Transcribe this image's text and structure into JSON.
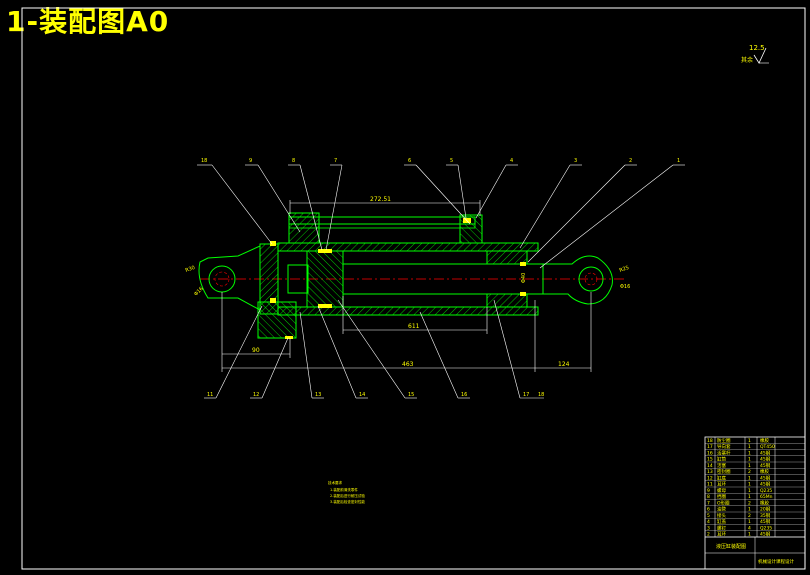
{
  "title": "1-装配图A0",
  "roughness": {
    "value": "12.5",
    "note": "其余"
  },
  "part_callouts": {
    "top": [
      "18",
      "9",
      "8",
      "7",
      "6",
      "5",
      "4",
      "3",
      "2",
      "1"
    ],
    "bottom": [
      "11",
      "12",
      "13",
      "14",
      "15",
      "16",
      "17",
      "18"
    ]
  },
  "dimensions": {
    "stroke": "272.51",
    "piston_travel": "611",
    "overall": "463",
    "left_offset": "90",
    "right_offset": "124",
    "rod_dia": "Φ40",
    "left_eye": "R30",
    "left_pin": "Φ16",
    "right_eye": "R25",
    "right_pin": "Φ16"
  },
  "tech_requirements": {
    "heading": "技术要求",
    "lines": [
      "1.装配前清洗零件",
      "2.装配后进行耐压试验",
      "3.装配后检查密封性能"
    ]
  },
  "title_block": {
    "rows": [
      {
        "no": "18",
        "name": "防尘圈",
        "qty": "1",
        "material": "橡胶"
      },
      {
        "no": "17",
        "name": "导向套",
        "qty": "1",
        "material": "QT450"
      },
      {
        "no": "16",
        "name": "活塞杆",
        "qty": "1",
        "material": "45钢"
      },
      {
        "no": "15",
        "name": "缸筒",
        "qty": "1",
        "material": "45钢"
      },
      {
        "no": "14",
        "name": "活塞",
        "qty": "1",
        "material": "45钢"
      },
      {
        "no": "13",
        "name": "密封圈",
        "qty": "2",
        "material": "橡胶"
      },
      {
        "no": "12",
        "name": "缸底",
        "qty": "1",
        "material": "45钢"
      },
      {
        "no": "11",
        "name": "耳环",
        "qty": "1",
        "material": "45钢"
      },
      {
        "no": "9",
        "name": "螺母",
        "qty": "1",
        "material": "Q235"
      },
      {
        "no": "8",
        "name": "挡圈",
        "qty": "1",
        "material": "65Mn"
      },
      {
        "no": "7",
        "name": "O形圈",
        "qty": "2",
        "material": "橡胶"
      },
      {
        "no": "6",
        "name": "油管",
        "qty": "1",
        "material": "20钢"
      },
      {
        "no": "5",
        "name": "接头",
        "qty": "2",
        "material": "35钢"
      },
      {
        "no": "4",
        "name": "缸盖",
        "qty": "1",
        "material": "45钢"
      },
      {
        "no": "3",
        "name": "螺钉",
        "qty": "4",
        "material": "Q235"
      },
      {
        "no": "2",
        "name": "耳环",
        "qty": "1",
        "material": "45钢"
      }
    ],
    "drawing_name": "液压缸装配图",
    "school": "机械设计课程设计"
  },
  "colors": {
    "frame": "#ffffff",
    "part": "#00ff00",
    "hatch": "#00ff00",
    "seal": "#ffff00",
    "leader": "#ffffff",
    "center": "#ff0000",
    "dim": "#ffffff",
    "text": "#ffff00"
  }
}
